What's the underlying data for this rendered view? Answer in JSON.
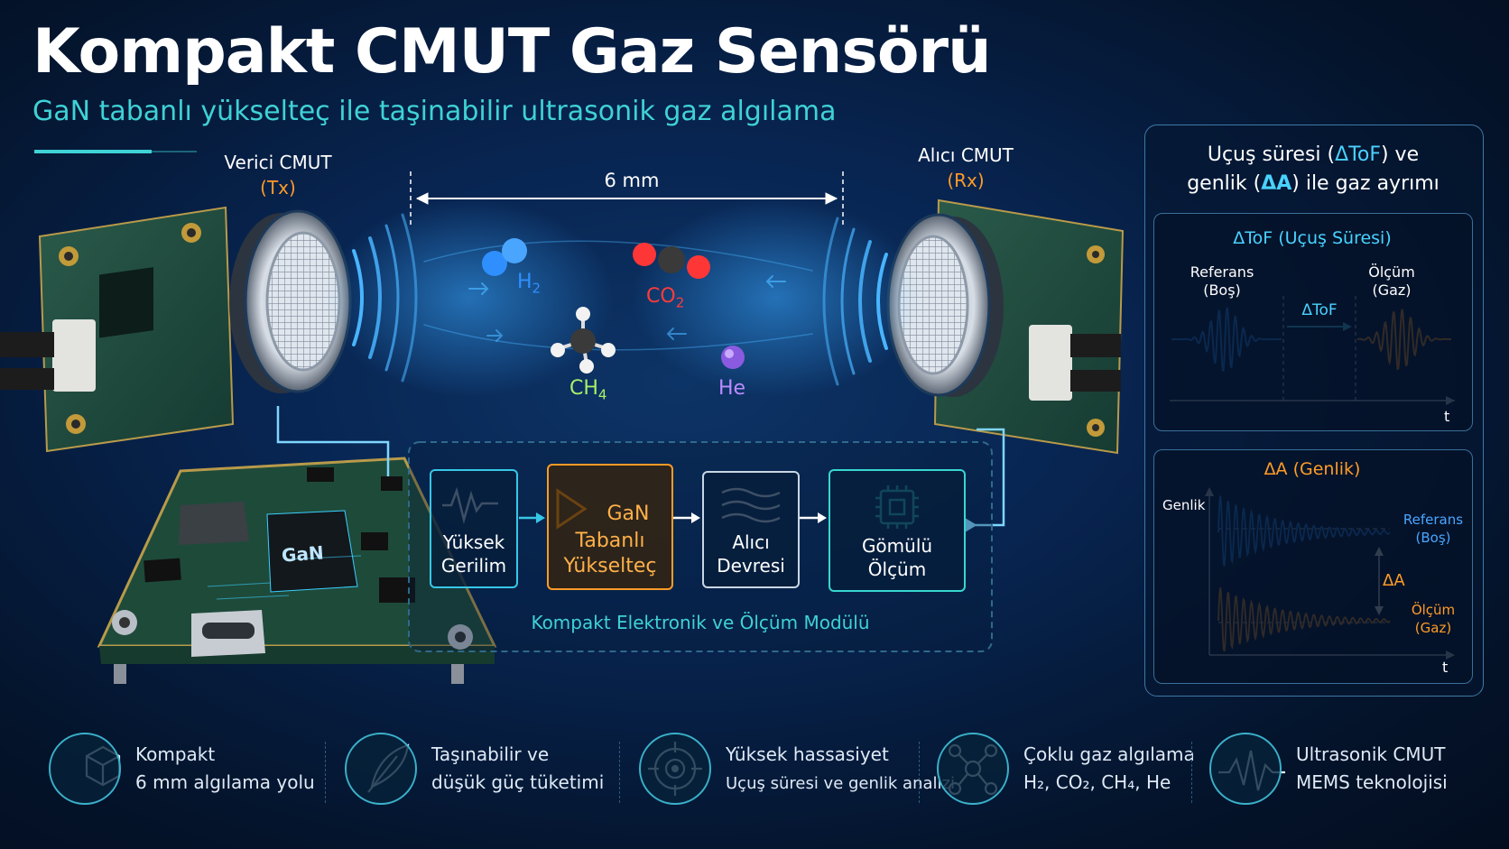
{
  "title": "Kompakt CMUT Gaz Sensörü",
  "subtitle": "GaN tabanlı yükselteç ile taşinabilir ultrasonik gaz algılama",
  "transmitter": {
    "label": "Verici CMUT",
    "code": "(Tx)"
  },
  "receiver": {
    "label": "Alıcı CMUT",
    "code": "(Rx)"
  },
  "distance_label": "6 mm",
  "gases": [
    {
      "name": "H",
      "sub": "2",
      "color": "#2f8fff"
    },
    {
      "name": "CO",
      "sub": "2",
      "color": "#ff3b3b"
    },
    {
      "name": "CH",
      "sub": "4",
      "color": "#a7f06a"
    },
    {
      "name": "He",
      "sub": "",
      "color": "#b98cff"
    }
  ],
  "chip_label": "GaN",
  "module": {
    "caption": "Kompakt Elektronik ve Ölçüm Modülü",
    "blocks": [
      {
        "text": "Yüksek\nGerilim",
        "color": "#37c7e6"
      },
      {
        "prefix": "GaN",
        "text": "Tabanlı\nYükselteç",
        "color": "#ff9b28"
      },
      {
        "text": "Alıcı\nDevresi",
        "color": "#dfe8f2"
      },
      {
        "text": "Gömülü\nÖlçüm",
        "color": "#37d7d0"
      }
    ]
  },
  "panel": {
    "title_parts": [
      "Uçuş süresi (",
      "ΔToF",
      ") ve",
      "genlik (",
      "ΔA",
      ") ile gaz ayrımı"
    ],
    "tof": {
      "title": "ΔToF (Uçuş Süresi)",
      "reference": "Referans\n(Boş)",
      "measurement": "Ölçüm\n(Gaz)",
      "delta": "ΔToF",
      "t_axis": "t"
    },
    "amp": {
      "title": "ΔA (Genlik)",
      "y_axis": "Genlik",
      "reference": "Referans\n(Boş)",
      "measurement": "Ölçüm\n(Gaz)",
      "delta": "ΔA",
      "t_axis": "t"
    }
  },
  "features": [
    {
      "icon": "cube-icon",
      "line1": "Kompakt",
      "line2": "6 mm algılama yolu"
    },
    {
      "icon": "feather-icon",
      "line1": "Taşınabilir ve",
      "line2": "düşük güç tüketimi"
    },
    {
      "icon": "crosshair-icon",
      "line1": "Yüksek hassasiyet",
      "line2": "Uçuş süresi ve genlik analizi"
    },
    {
      "icon": "molecule-icon",
      "line1": "Çoklu gaz algılama",
      "line2": "H₂, CO₂, CH₄, He"
    },
    {
      "icon": "waveform-icon",
      "line1": "Ultrasonik CMUT",
      "line2": "MEMS teknolojisi"
    }
  ],
  "colors": {
    "accent": "#3fd2d6",
    "orange": "#ff9b28",
    "blue": "#2f8fff"
  }
}
